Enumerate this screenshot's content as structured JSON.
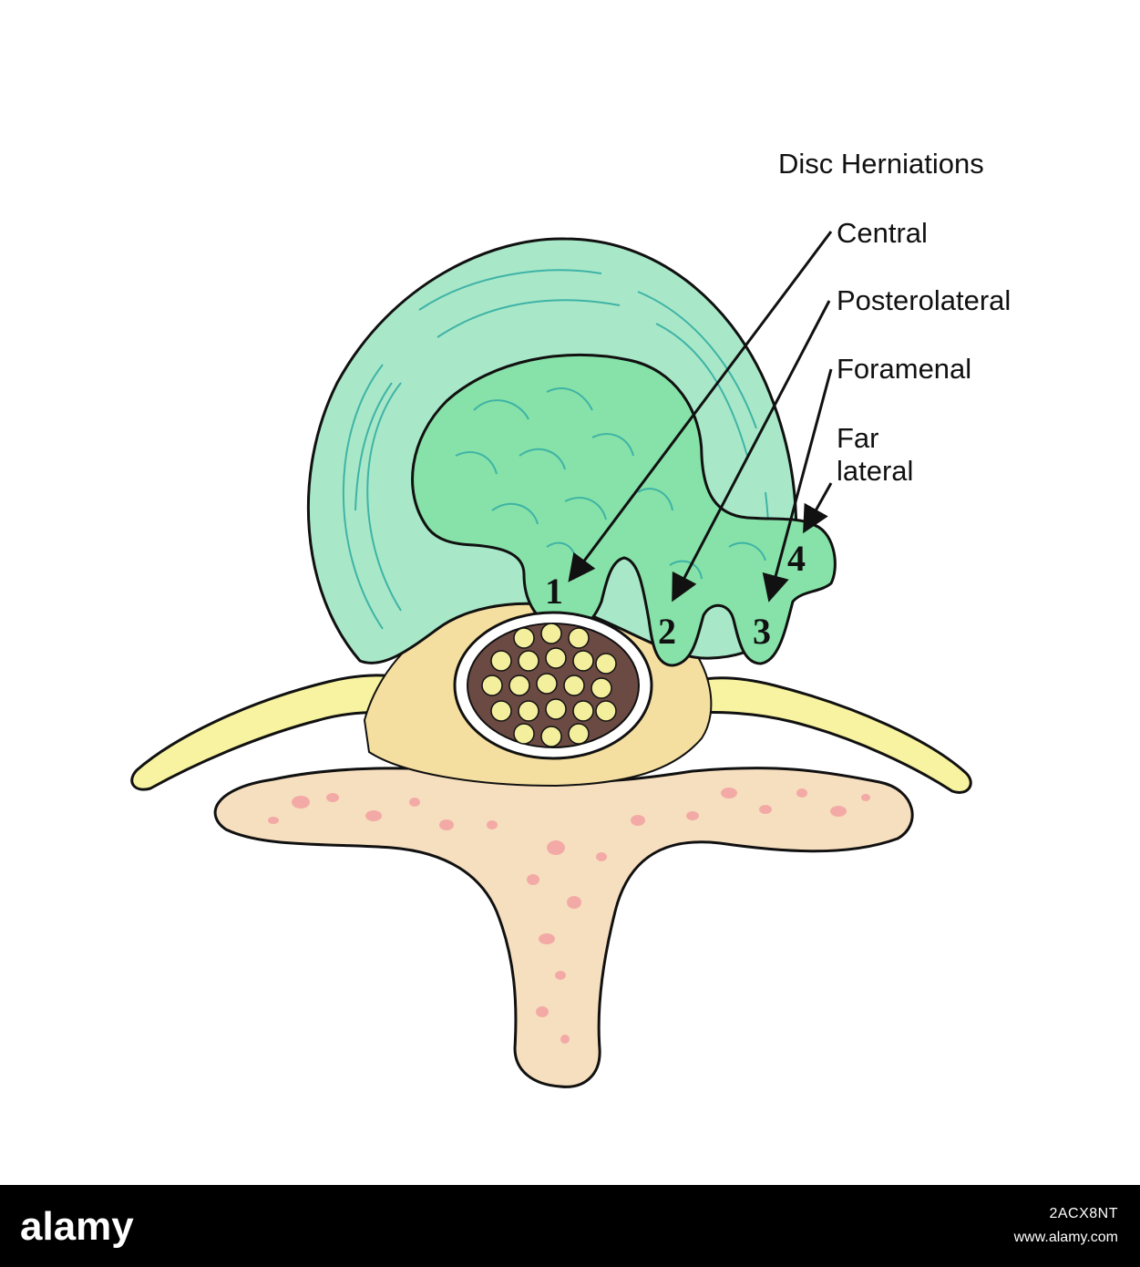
{
  "diagram": {
    "title": "Disc Herniations",
    "labels": {
      "central": "Central",
      "posterolateral": "Posterolateral",
      "foramenal": "Foramenal",
      "far_lateral_line1": "Far",
      "far_lateral_line2": "lateral"
    },
    "markers": [
      "1",
      "2",
      "3",
      "4"
    ]
  },
  "watermark": {
    "logo_text": "alamy",
    "image_id": "2ACX8NT",
    "site": "www.alamy.com"
  },
  "colors": {
    "annulus": "#a8e8c8",
    "nucleus": "#86e2a8",
    "annulus_lines": "#3fb3a6",
    "nerve": "#f7f3a0",
    "bone": "#f6dfbf",
    "marrow": "#f3aaa6",
    "cord": "#6b4a43",
    "cord_fibers": "#f3ef9c"
  }
}
